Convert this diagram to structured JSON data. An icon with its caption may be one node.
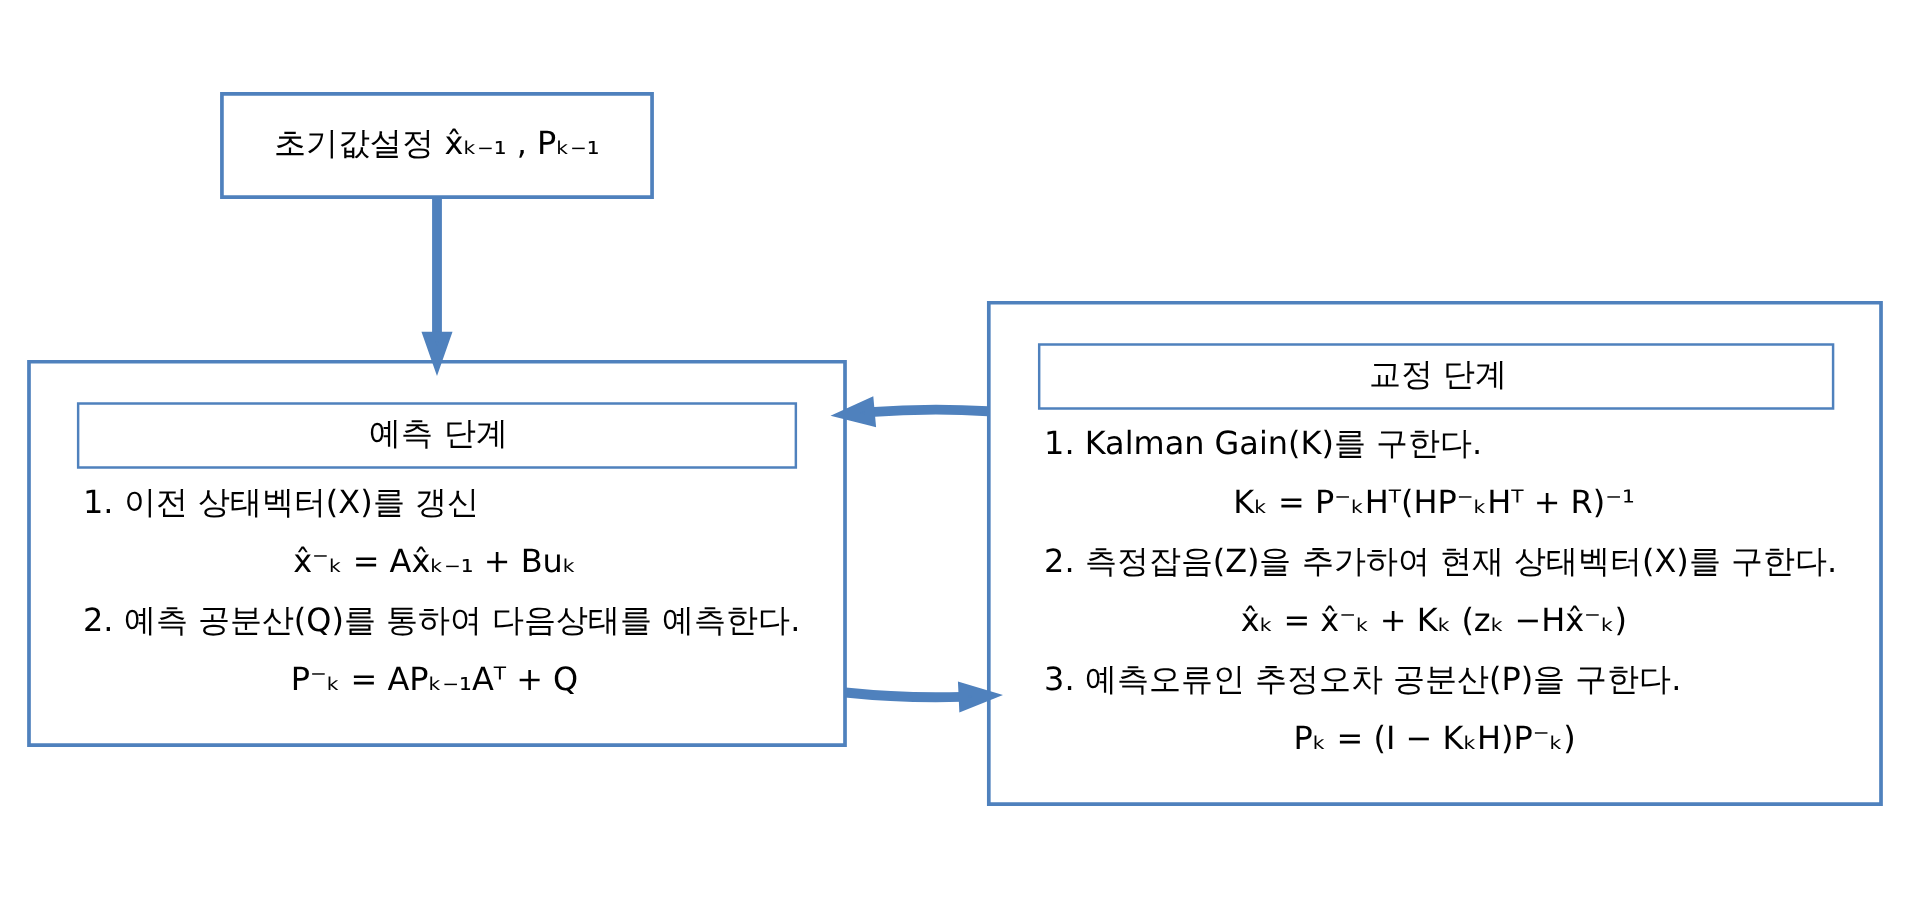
{
  "diagram": {
    "nodes": [
      {
        "text": [
          "초기값설정 x̂ₖ₋₁ , Pₖ₋₁"
        ]
      },
      {
        "text": [
          "예측 단계",
          "1. 이전 상태벡터(X)를 갱신",
          "x̂⁻ₖ = Ax̂ₖ₋₁ + Buₖ",
          "2. 예측 공분산(Q)를 통하여 다음상태를 예측한다.",
          "P⁻ₖ = APₖ₋₁Aᵀ + Q"
        ]
      },
      {
        "text": [
          "교정 단계",
          "1. Kalman Gain(K)를 구한다.",
          "Kₖ = P⁻ₖHᵀ(HP⁻ₖHᵀ + R)⁻¹",
          "2. 측정잡음(Z)을 추가하여 현재 상태벡터(X)를 구한다.",
          "x̂ₖ = x̂⁻ₖ + Kₖ (zₖ −Hx̂⁻ₖ)",
          "3. 예측오류인 추정오차 공분산(P)을 구한다.",
          "Pₖ = (I − KₖH)P⁻ₖ)"
        ]
      }
    ],
    "edges": [
      {
        "from": 0,
        "to": 1,
        "arrow": "to"
      },
      {
        "from": 1,
        "to": 2,
        "arrow": "to"
      },
      {
        "from": 2,
        "to": 1,
        "arrow": "to"
      }
    ]
  }
}
